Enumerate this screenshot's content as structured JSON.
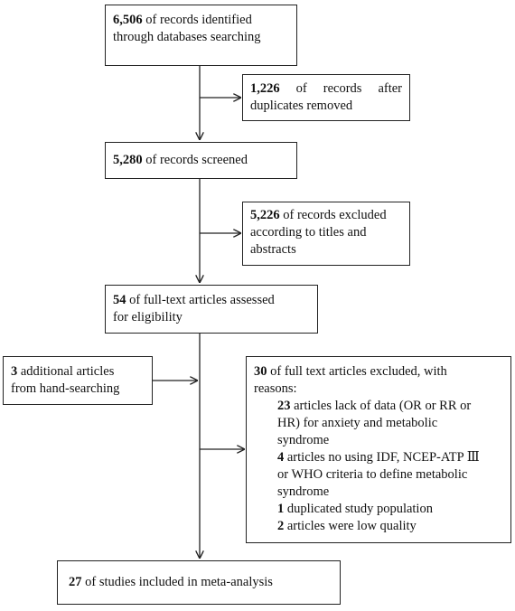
{
  "boxes": {
    "identified": {
      "count": "6,506",
      "text": "of records identified",
      "text2": "through databases searching"
    },
    "duplicates": {
      "count": "1,226",
      "text": "of records after",
      "text2": "duplicates removed"
    },
    "screened": {
      "count": "5,280",
      "text": "of records screened"
    },
    "excluded_titles": {
      "count": "5,226",
      "text": "of records excluded",
      "text2": "according to titles and",
      "text3": "abstracts"
    },
    "fulltext": {
      "count": "54",
      "text": "of full-text articles assessed",
      "text2": "for eligibility"
    },
    "additional": {
      "count": "3",
      "text": "additional articles",
      "text2": "from hand-searching"
    },
    "excluded_fulltext": {
      "count": "30",
      "text": "of full text articles excluded, with",
      "text2": "reasons:",
      "reasons": [
        {
          "count": "23",
          "l1": "articles lack of data (OR or RR or",
          "l2": "HR) for anxiety and metabolic",
          "l3": "syndrome"
        },
        {
          "count": "4",
          "l1": "articles no using IDF, NCEP-ATP Ⅲ",
          "l2": "or WHO criteria to define metabolic",
          "l3": "syndrome"
        },
        {
          "count": "1",
          "l1": "duplicated study population"
        },
        {
          "count": "2",
          "l1": "articles were low quality"
        }
      ]
    },
    "included": {
      "count": "27",
      "text": "of studies included in meta-analysis"
    }
  }
}
